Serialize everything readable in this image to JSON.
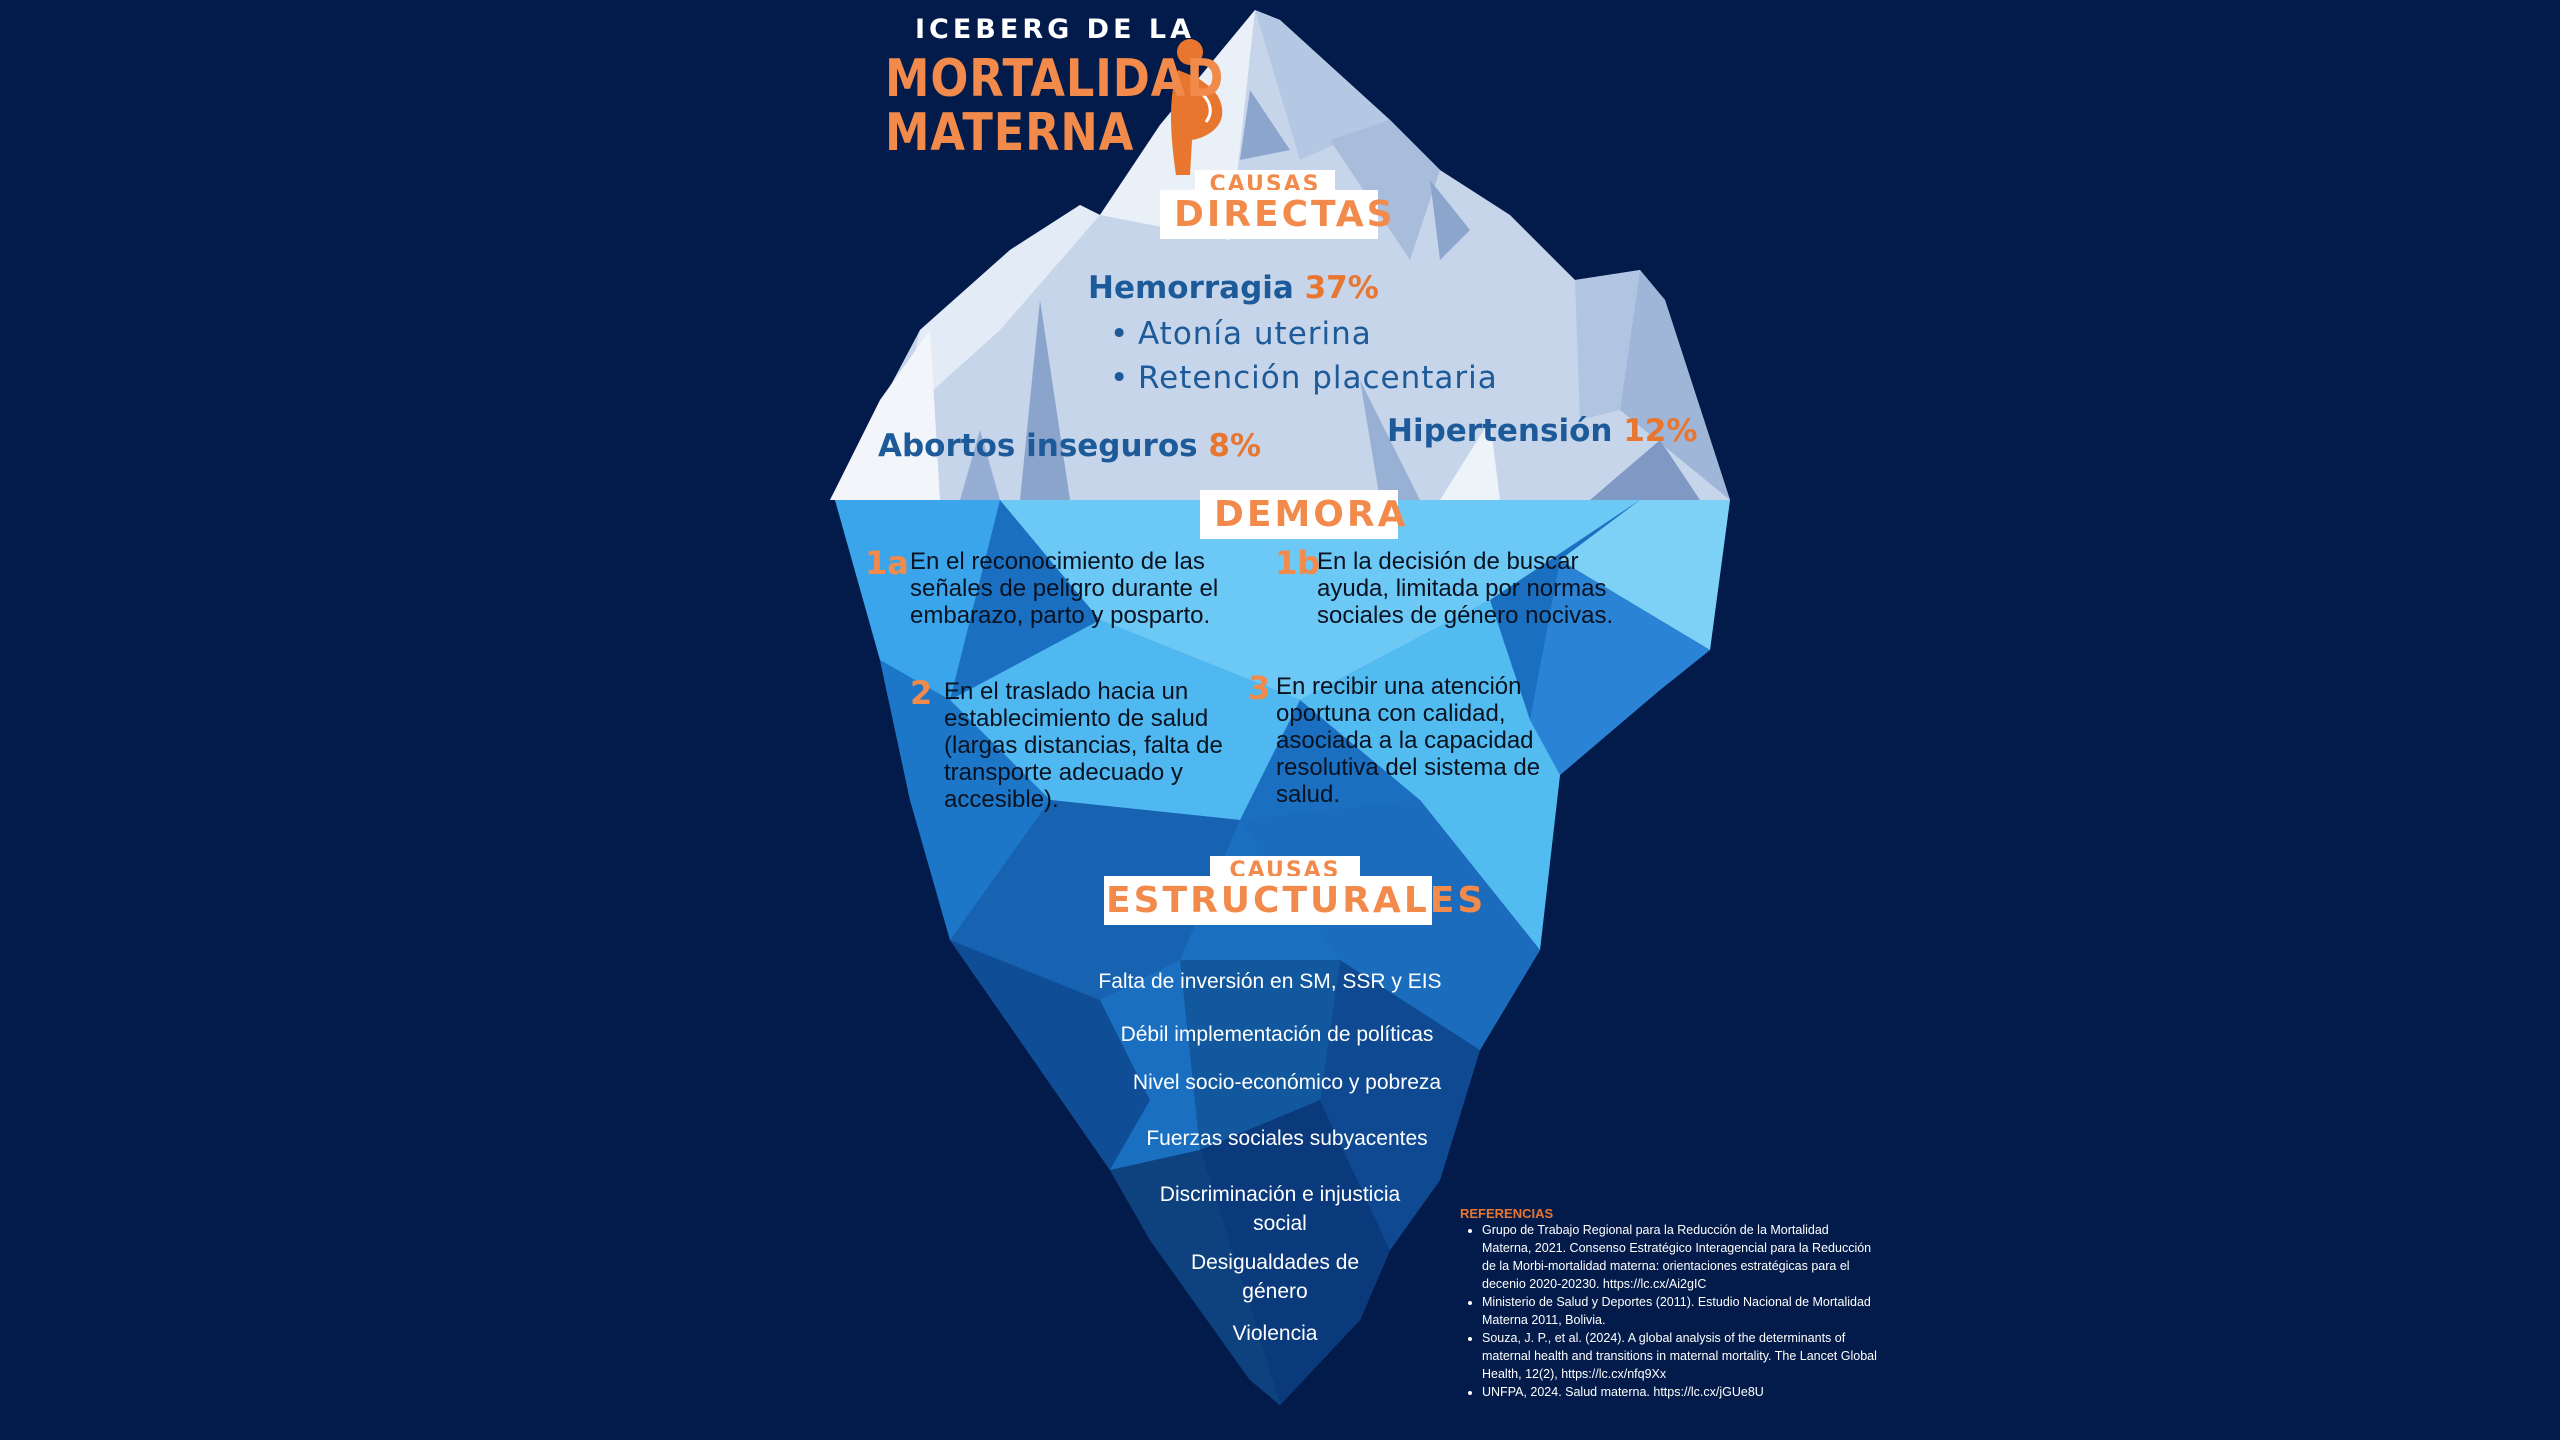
{
  "title": {
    "line1": "ICEBERG DE LA",
    "line2": "MORTALIDAD",
    "line3": "MATERNA"
  },
  "colors": {
    "background": "#021b4a",
    "accent": "#f28a4b",
    "cause_text": "#1c5a99",
    "white": "#ffffff"
  },
  "icons": {
    "logo": "pregnant-woman-icon"
  },
  "direct": {
    "label_small": "CAUSAS",
    "label_big": "DIRECTAS",
    "hemorragia": {
      "name": "Hemorragia",
      "pct": "37%",
      "bullets": [
        "Atonía uterina",
        "Retención placentaria"
      ]
    },
    "abortos": {
      "name": "Abortos inseguros",
      "pct": "8%"
    },
    "hipertension": {
      "name": "Hipertensión",
      "pct": "12%"
    }
  },
  "demora": {
    "label": "DEMORA",
    "items": [
      {
        "num": "1a",
        "text": "En el reconocimiento de las señales de peligro durante el embarazo, parto y posparto."
      },
      {
        "num": "1b",
        "text": "En la decisión de buscar ayuda, limitada por normas sociales de género nocivas."
      },
      {
        "num": "2",
        "text": "En el traslado hacia un establecimiento de salud (largas distancias, falta de transporte adecuado y accesible)."
      },
      {
        "num": "3",
        "text": "En recibir una atención oportuna con calidad, asociada a la capacidad resolutiva del sistema de salud."
      }
    ]
  },
  "structural": {
    "label_small": "CAUSAS",
    "label_big": "ESTRUCTURALES",
    "items": [
      "Falta de inversión en SM, SSR y EIS",
      "Débil implementación de políticas",
      "Nivel socio-económico y pobreza",
      "Fuerzas sociales subyacentes",
      "Discriminación e injusticia social",
      "Desigualdades de género",
      "Violencia"
    ]
  },
  "references": {
    "title": "REFERENCIAS",
    "items": [
      "Grupo de Trabajo Regional para la Reducción de la Mortalidad Materna, 2021. Consenso Estratégico Interagencial para la Reducción de la Morbi-mortalidad materna: orientaciones estratégicas para el decenio 2020-20230. https://lc.cx/Ai2gIC",
      "Ministerio de Salud y Deportes (2011). Estudio Nacional de Mortalidad Materna 2011, Bolivia.",
      "Souza, J. P., et al. (2024). A global analysis of the determinants of maternal health and transitions in maternal mortality. The Lancet Global Health, 12(2), https://lc.cx/nfq9Xx",
      "UNFPA, 2024. Salud materna. https://lc.cx/jGUe8U"
    ]
  }
}
